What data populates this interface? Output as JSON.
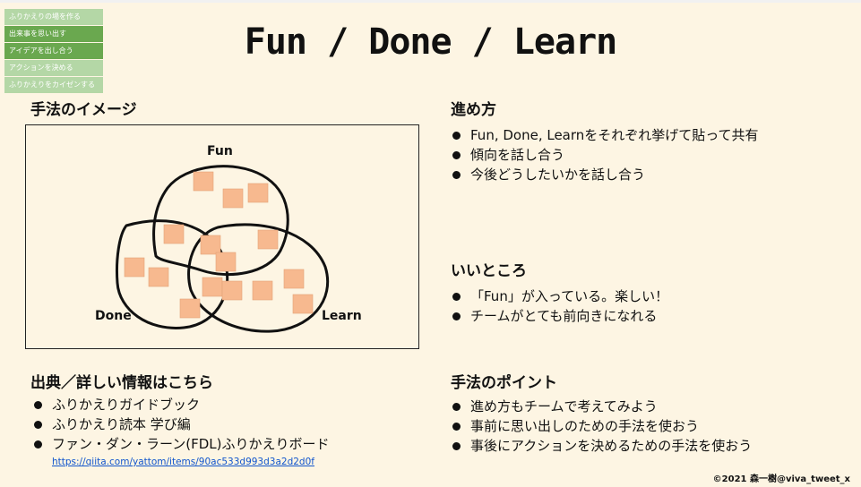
{
  "nav": {
    "items": [
      {
        "label": "ふりかえりの場を作る",
        "active": false
      },
      {
        "label": "出来事を思い出す",
        "active": true
      },
      {
        "label": "アイデアを出し合う",
        "active": true
      },
      {
        "label": "アクションを決める",
        "active": false
      },
      {
        "label": "ふりかえりをカイゼンする",
        "active": false
      }
    ]
  },
  "title": "Fun / Done / Learn",
  "left": {
    "image_heading": "手法のイメージ",
    "diagram": {
      "fun_label": "Fun",
      "done_label": "Done",
      "learn_label": "Learn"
    },
    "source_heading": "出典／詳しい情報はこちら",
    "source_items": [
      "ふりかえりガイドブック",
      "ふりかえり読本 学び編",
      "ファン・ダン・ラーン(FDL)ふりかえりボード"
    ],
    "source_link": "https://qiita.com/yattom/items/90ac533d993d3a2d2d0f"
  },
  "right": {
    "howto_heading": "進め方",
    "howto_items": [
      "Fun, Done, Learnをそれぞれ挙げて貼って共有",
      "傾向を話し合う",
      "今後どうしたいかを話し合う"
    ],
    "good_heading": "いいところ",
    "good_items": [
      "「Fun」が入っている。楽しい！",
      "チームがとても前向きになれる"
    ],
    "point_heading": "手法のポイント",
    "point_items": [
      "進め方もチームで考えてみよう",
      "事前に思い出しのための手法を使おう",
      "事後にアクションを決めるための手法を使おう"
    ]
  },
  "copyright": "©2021 森一樹@viva_tweet_x",
  "colors": {
    "background": "#fdf5e3",
    "nav_light": "#b4d7a6",
    "nav_dark": "#6aa84f",
    "sticky": "#f7b98f",
    "link": "#1155cc"
  }
}
